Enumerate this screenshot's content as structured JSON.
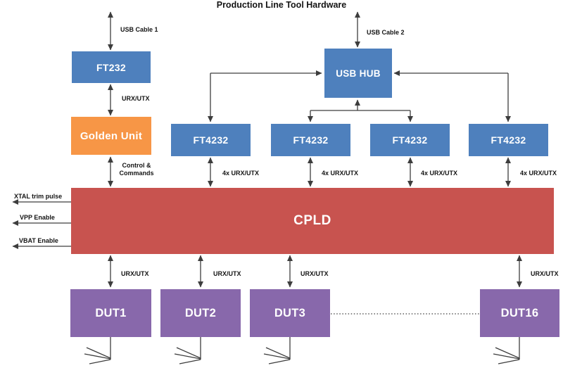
{
  "title": "Production Line Tool Hardware",
  "colors": {
    "blue": "#4e80bd",
    "orange": "#f79646",
    "red": "#c8534f",
    "purple": "#8868ab",
    "line": "#3d3d3d",
    "label": "#141414",
    "box_text": "#ffffff",
    "bg": "#ffffff"
  },
  "nodes": {
    "ft232": "FT232",
    "golden_unit": "Golden Unit",
    "usb_hub": "USB HUB",
    "ft4232": [
      "FT4232",
      "FT4232",
      "FT4232",
      "FT4232"
    ],
    "cpld": "CPLD",
    "duts": [
      "DUT1",
      "DUT2",
      "DUT3",
      "DUT16"
    ]
  },
  "edge_labels": {
    "usb_cable_1": "USB Cable 1",
    "usb_cable_2": "USB Cable 2",
    "urx_utx_ft232": "URX/UTX",
    "control_commands": "Control &\nCommands",
    "ft4232_links": [
      "4x URX/UTX",
      "4x URX/UTX",
      "4x URX/UTX",
      "4x URX/UTX"
    ],
    "cpld_outputs": [
      "XTAL trim pulse",
      "VPP Enable",
      "VBAT Enable"
    ],
    "dut_links": [
      "URX/UTX",
      "URX/UTX",
      "URX/UTX",
      "URX/UTX"
    ]
  }
}
